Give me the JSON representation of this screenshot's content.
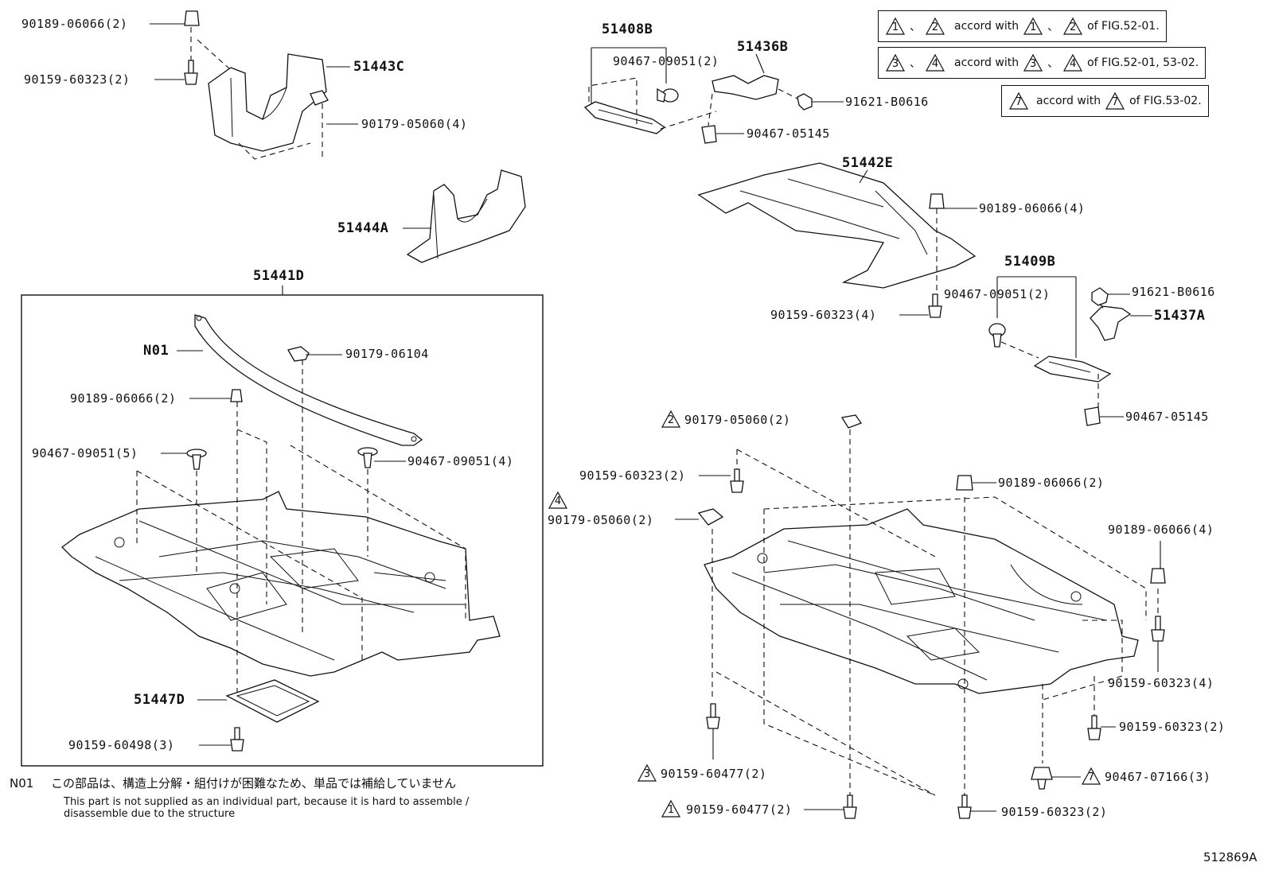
{
  "diagram_id": "512869A",
  "legend": [
    {
      "marks": [
        "1",
        "2"
      ],
      "sep": "、",
      "text": "accord with",
      "refs": [
        "1",
        "2"
      ],
      "suffix": "of FIG.52-01."
    },
    {
      "marks": [
        "3",
        "4"
      ],
      "sep": "、",
      "text": "accord with",
      "refs": [
        "3",
        "4"
      ],
      "suffix": "of FIG.52-01, 53-02."
    },
    {
      "marks": [
        "7"
      ],
      "sep": "",
      "text": "accord with",
      "refs": [
        "7"
      ],
      "suffix": "of FIG.53-02."
    }
  ],
  "assemblies": {
    "a51443C": "51443C",
    "a51444A": "51444A",
    "a51441D": "51441D",
    "aN01": "N01",
    "a51447D": "51447D",
    "a51408B": "51408B",
    "a51436B": "51436B",
    "a51442E": "51442E",
    "a51409B": "51409B",
    "a51437A": "51437A"
  },
  "callouts": {
    "c1": "90189-06066(2)",
    "c2": "90159-60323(2)",
    "c3": "90179-05060(4)",
    "c4": "90179-06104",
    "c5": "90189-06066(2)",
    "c6": "90467-09051(5)",
    "c7": "90467-09051(4)",
    "c8": "90159-60498(3)",
    "c9": "90467-09051(2)",
    "c10": "91621-B0616",
    "c11": "90467-05145",
    "c12": "90189-06066(4)",
    "c13": "90159-60323(4)",
    "c14": "90467-09051(2)",
    "c15": "91621-B0616",
    "c16": "90467-05145",
    "c17": "90179-05060(2)",
    "c18": "90159-60323(2)",
    "c19": "90179-05060(2)",
    "c20": "90189-06066(2)",
    "c21": "90189-06066(4)",
    "c22": "90159-60323(4)",
    "c23": "90159-60323(2)",
    "c24": "90467-07166(3)",
    "c25": "90159-60477(2)",
    "c26": "90159-60477(2)",
    "c27": "90159-60323(2)"
  },
  "markers": {
    "m17": "2",
    "m19": "4",
    "m24": "7",
    "m25": "3",
    "m26": "1"
  },
  "note": {
    "code": "N01",
    "jp": "この部品は、構造上分解・組付けが困難なため、単品では補給していません",
    "en1": "This part is not supplied as an individual part, because it is hard to assemble /",
    "en2": "disassemble due to the structure"
  }
}
